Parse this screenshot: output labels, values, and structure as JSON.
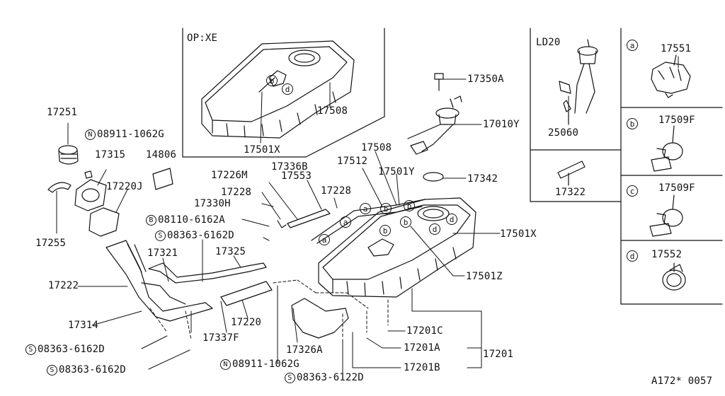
{
  "inset_labels": {
    "opixe": "OP:XE",
    "ld20": "LD20"
  },
  "prefixes": {
    "n": "N",
    "s": "S",
    "b": "B",
    "a": "a",
    "bb": "b",
    "c": "c",
    "d": "d"
  },
  "parts": {
    "p17251": "17251",
    "p08911_1062g_a": "08911-1062G",
    "p17315": "17315",
    "p14806": "14806",
    "p17220j": "17220J",
    "p17255": "17255",
    "p17226m": "17226M",
    "p17336b": "17336B",
    "p17553": "17553",
    "p17228_a": "17228",
    "p17228_b": "17228",
    "p17330h": "17330H",
    "p08110_6162a": "08110-6162A",
    "p08363_6162d_a": "08363-6162D",
    "p17321": "17321",
    "p17325": "17325",
    "p17222": "17222",
    "p17314": "17314",
    "p08363_6162d_b": "08363-6162D",
    "p08363_6162d_c": "08363-6162D",
    "p17337f": "17337F",
    "p17220": "17220",
    "p17326a": "17326A",
    "p08911_1062g_b": "08911-1062G",
    "p08363_6122d": "08363-6122D",
    "p17508_top": "17508",
    "p17501x_top": "17501X",
    "p17350a": "17350A",
    "p17010y": "17010Y",
    "p17508": "17508",
    "p17512": "17512",
    "p17501y": "17501Y",
    "p17342": "17342",
    "p17501x": "17501X",
    "p17501z": "17501Z",
    "p17201c": "17201C",
    "p17201a": "17201A",
    "p17201": "17201",
    "p17201b": "17201B",
    "p25060": "25060",
    "p17322": "17322",
    "p17551": "17551",
    "p17509f_b": "17509F",
    "p17509f_c": "17509F",
    "p17552": "17552"
  },
  "footer": {
    "code": "A172* 0057"
  }
}
